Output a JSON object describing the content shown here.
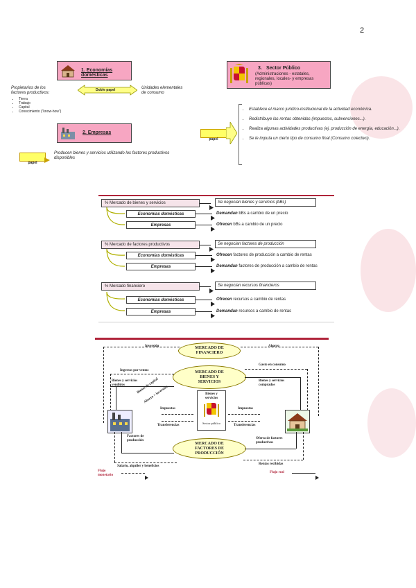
{
  "page_number": "2",
  "top_left": {
    "box1_title": "1. Economías domésticas",
    "left_note": "Propietarios de los factores productivos:",
    "factors": [
      "Tierra",
      "Trabajo",
      "Capital",
      "Conocimiento (\"know-how\")"
    ],
    "double_role": "Doble papel",
    "right_note": "Unidades elementales de consumo",
    "box2_title": "2. Empresas",
    "role_label": "papel",
    "role_text": "Producen bienes y servicios utilizando los factores productivos disponibles"
  },
  "top_right": {
    "box3_num": "3.",
    "box3_title": "Sector Público",
    "box3_subtitle": "(Administraciones - estatales, regionales, locales- y empresas públicas)",
    "role_label": "papel",
    "bullets": [
      "Establece el marco jurídico-institucional de la actividad económica.",
      "Redistribuye las rentas obtenidas (impuestos, subvenciones...).",
      "Realiza algunas actividades productivas (ej. producción de energía, educación...).",
      "Se le imputa un cierto tipo de consumo final (Consumo colectivo)."
    ]
  },
  "markets": [
    {
      "title": "Mercado de bienes y servicios",
      "note": "Se negocian bienes y servicios (bBs)",
      "rows": [
        {
          "agent": "Economías domésticas",
          "verb": "Demandan",
          "rest": "bBs a cambio de un precio"
        },
        {
          "agent": "Empresas",
          "verb": "Ofrecen",
          "rest": "bBs a cambio de un precio"
        }
      ]
    },
    {
      "title": "Mercado de factores productivos",
      "note": "Se negocian factores de producción",
      "rows": [
        {
          "agent": "Economías domésticas",
          "verb": "Ofrecen",
          "rest": "factores de producción a cambio de rentas"
        },
        {
          "agent": "Empresas",
          "verb": "Demandan",
          "rest": "factores de producción a cambio de rentas"
        }
      ]
    },
    {
      "title": "Mercado financiero",
      "note": "Se negocian recursos financieros",
      "rows": [
        {
          "agent": "Economías domésticas",
          "verb": "Ofrecen",
          "rest": "recursos a cambio de rentas"
        },
        {
          "agent": "Empresas",
          "verb": "Demandan",
          "rest": "recursos a cambio de rentas"
        }
      ]
    }
  ],
  "flow": {
    "market_fin": "MERCADO DE FINANCIERO",
    "market_goods": "MERCADO DE BIENES Y SERVICIOS",
    "market_factors": "MERCADO DE FACTORES DE PRODUCCIÓN",
    "inversion": "Inversión",
    "ahorro": "Ahorro",
    "ingresos_ventas": "Ingresos por ventas",
    "gasto_consumo": "Gasto en consumo",
    "bienes_vendidos": "Bienes y servicios vendidos",
    "bienes_comprados": "Bienes y servicios comprados",
    "bienes_capital": "Bienes de capital",
    "ahorro_inversion": "Ahorro = inversión",
    "gov_box": "Bienes y servicios",
    "gov_caption": "Sector público",
    "impuestos_l": "Impuestos",
    "transfer_l": "Transferencias",
    "impuestos_r": "Impuestos",
    "transfer_r": "Transferencias",
    "factores_prod": "Factores de producción",
    "oferta_factores": "Oferta de factores productivos",
    "salario": "Salario, alquiler y beneficios",
    "rentas": "Rentas recibidas",
    "flujo_monetario": "Flujo monetario",
    "flujo_real": "Flujo real"
  }
}
